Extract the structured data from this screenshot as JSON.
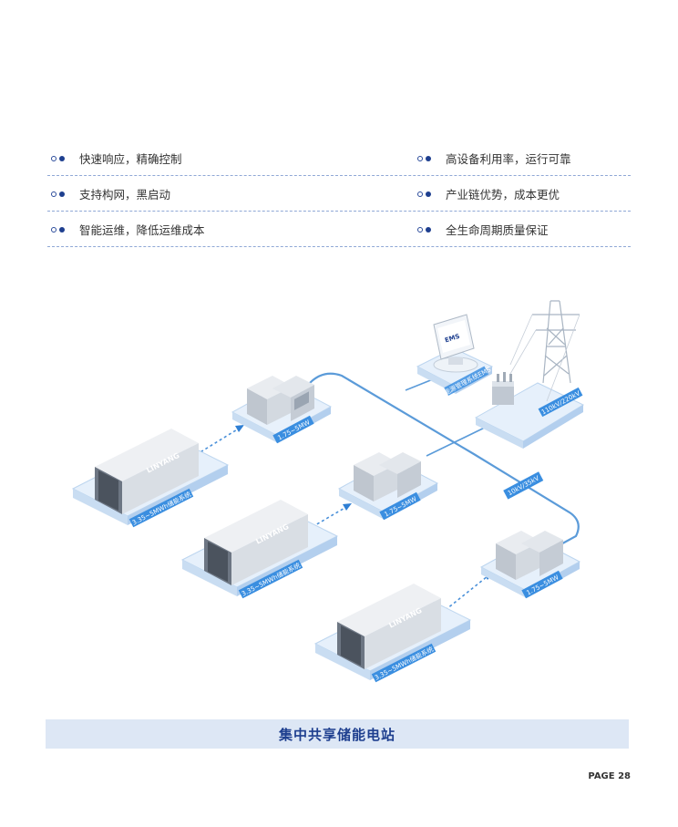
{
  "features": {
    "left": [
      "快速响应，精确控制",
      "支持构网，黑启动",
      "智能运维，降低运维成本"
    ],
    "right": [
      "高设备利用率，运行可靠",
      "产业链优势，成本更优",
      "全生命周期质量保证"
    ]
  },
  "diagram": {
    "storage_label": "3.35~5MWh储能系统",
    "pcs_label": "1.75~5MW",
    "brand": "LINYANG",
    "ems_screen": "EMS",
    "ems_label": "能源管理系统EMS",
    "grid_label": "110kV/220kV",
    "bus_label": "10kV/35kV"
  },
  "title": "集中共享储能电站",
  "page": "PAGE 28",
  "colors": {
    "accent": "#1e3f8f",
    "line": "#4a90d9",
    "base": "#dceaf8"
  }
}
